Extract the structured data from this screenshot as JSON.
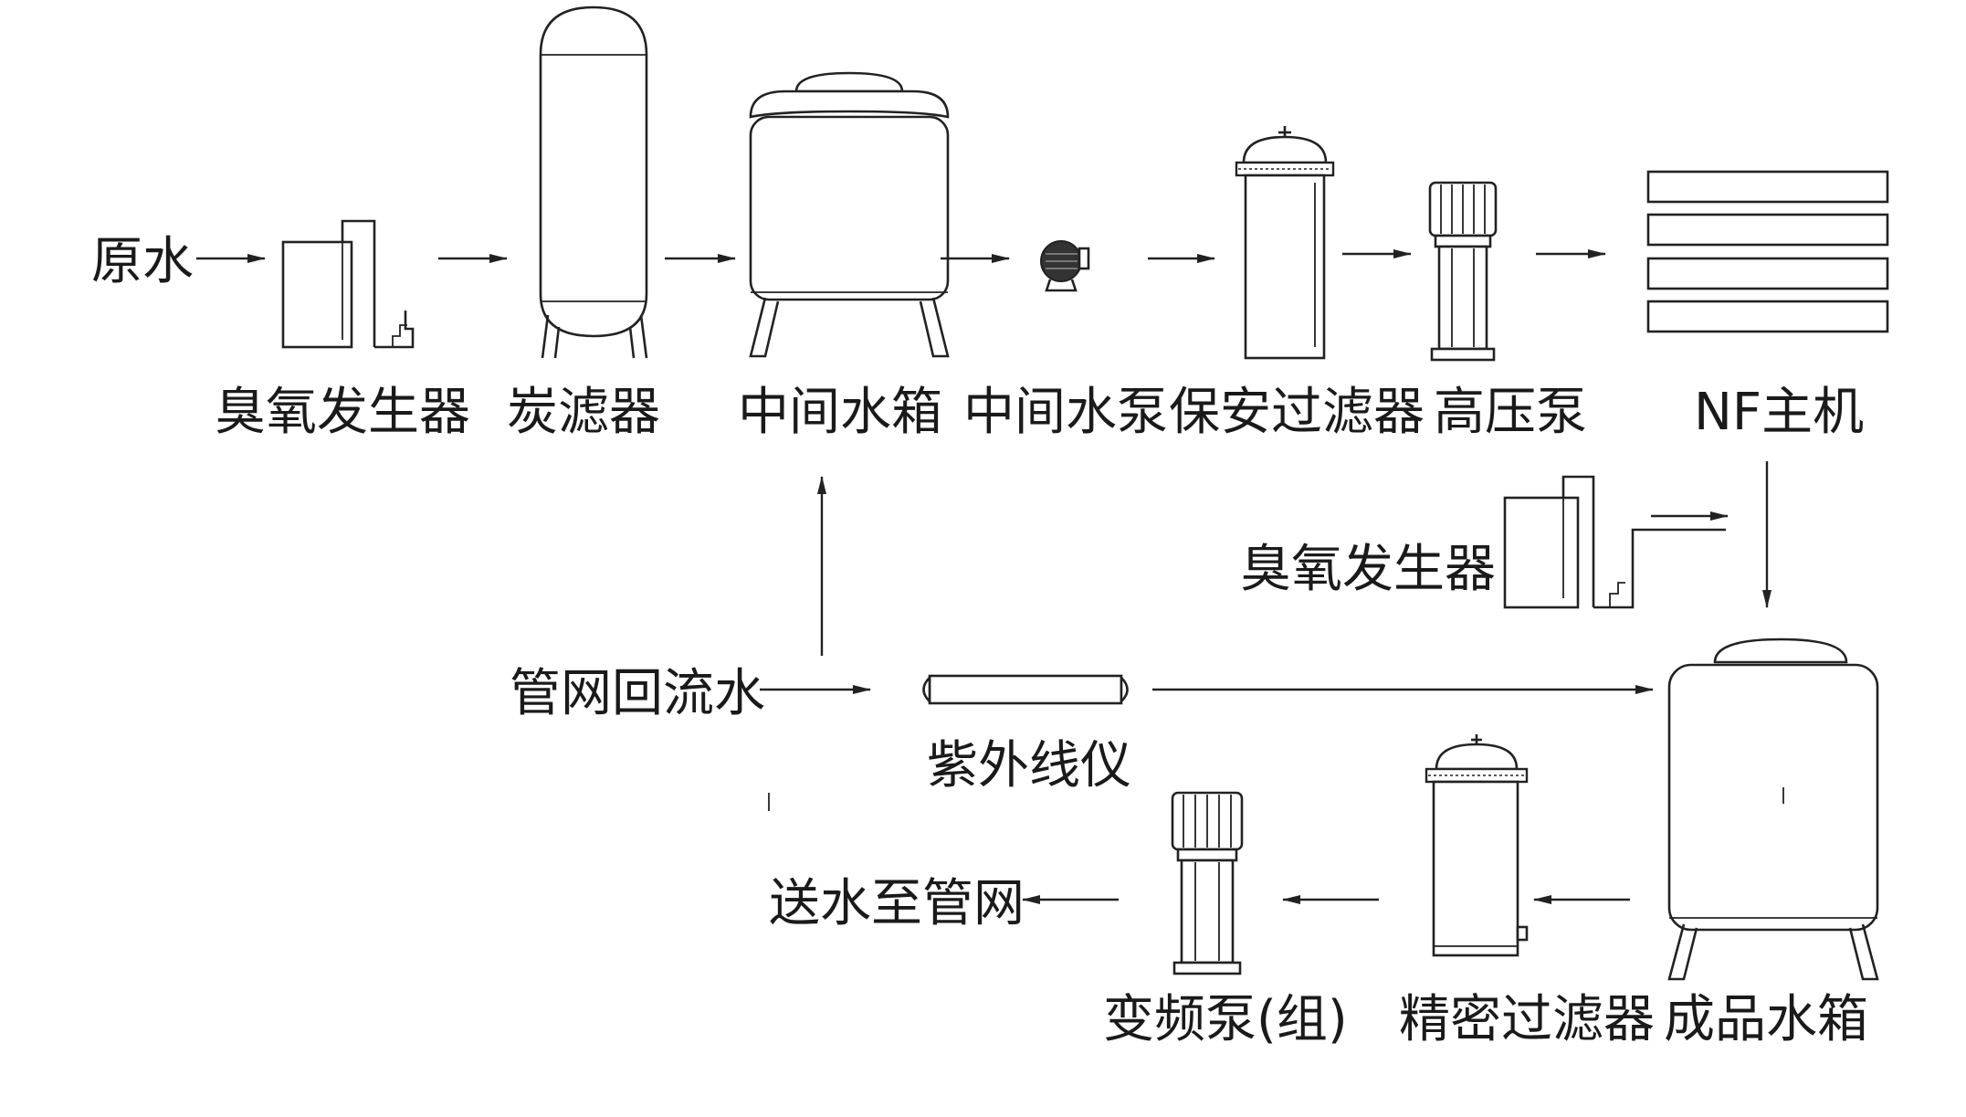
{
  "labels": {
    "raw_water": "原水",
    "ozone_1": "臭氧发生器",
    "carbon_filter": "炭滤器",
    "mid_tank": "中间水箱",
    "mid_pump": "中间水泵",
    "security_filter": "保安过滤器",
    "hp_pump": "高压泵",
    "nf_host": "NF主机",
    "ozone_2": "臭氧发生器",
    "return_water": "管网回流水",
    "uv": "紫外线仪",
    "product_tank": "成品水箱",
    "precision_filter": "精密过滤器",
    "vf_pump": "变频泵(组)",
    "to_network": "送水至管网"
  },
  "icons": {
    "ozone_1": "ozone-generator-icon",
    "carbon_filter": "carbon-filter-tank-icon",
    "mid_tank": "water-tank-icon",
    "mid_pump": "centrifugal-pump-icon",
    "security_filter": "cartridge-filter-icon",
    "hp_pump": "vertical-pump-icon",
    "nf_host": "membrane-module-icon",
    "ozone_2": "ozone-generator-icon",
    "uv": "uv-sterilizer-icon",
    "product_tank": "water-tank-icon",
    "precision_filter": "cartridge-filter-icon",
    "vf_pump": "vertical-pump-icon"
  }
}
